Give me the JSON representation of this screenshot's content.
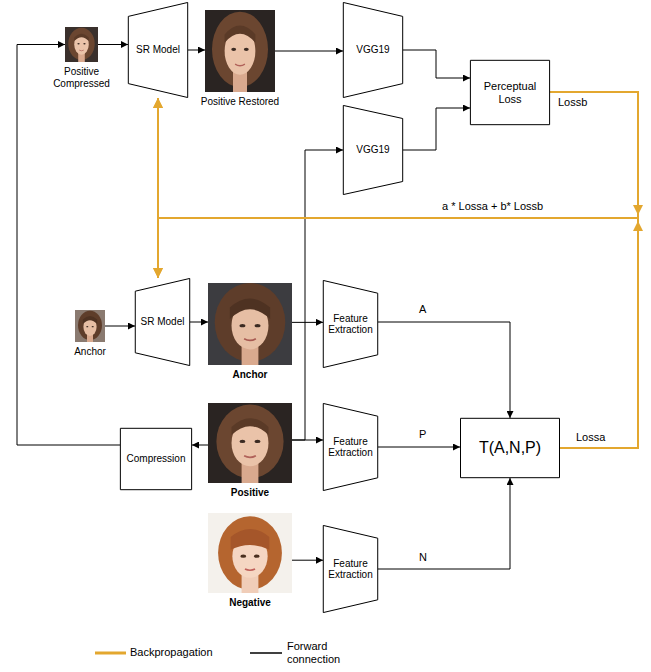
{
  "diagram": {
    "nodes": [
      {
        "text": [
          "Positive Compressed"
        ]
      },
      {
        "text": [
          "SR Model"
        ]
      },
      {
        "text": [
          "Positive Restored"
        ]
      },
      {
        "text": [
          "VGG19"
        ]
      },
      {
        "text": [
          "Perceptual Loss"
        ]
      },
      {
        "text": [
          "VGG19"
        ]
      },
      {
        "text": [
          "Anchor"
        ]
      },
      {
        "text": [
          "SR Model"
        ]
      },
      {
        "text": [
          "Anchor"
        ]
      },
      {
        "text": [
          "Feature Extraction"
        ]
      },
      {
        "text": [
          "Compression"
        ]
      },
      {
        "text": [
          "Positive"
        ]
      },
      {
        "text": [
          "Feature Extraction"
        ]
      },
      {
        "text": [
          "T(A,N,P)"
        ]
      },
      {
        "text": [
          "Negative"
        ]
      },
      {
        "text": [
          "Feature Extraction"
        ]
      }
    ],
    "edges": [
      {
        "from": 0,
        "to": 1,
        "arrow": "to"
      },
      {
        "from": 1,
        "to": 2,
        "arrow": "to"
      },
      {
        "from": 2,
        "to": 3,
        "arrow": "to"
      },
      {
        "from": 3,
        "to": 4,
        "arrow": "to"
      },
      {
        "from": 5,
        "to": 4,
        "arrow": "to"
      },
      {
        "from": 11,
        "to": 5,
        "arrow": "to"
      },
      {
        "from": 6,
        "to": 7,
        "arrow": "to"
      },
      {
        "from": 7,
        "to": 8,
        "arrow": "to"
      },
      {
        "from": 8,
        "to": 9,
        "arrow": "to"
      },
      {
        "from": 9,
        "to": 13,
        "label": "A",
        "arrow": "to"
      },
      {
        "from": 11,
        "to": 10,
        "arrow": "to"
      },
      {
        "from": 10,
        "to": 0,
        "arrow": "to"
      },
      {
        "from": 11,
        "to": 12,
        "arrow": "to"
      },
      {
        "from": 12,
        "to": 13,
        "label": "P",
        "arrow": "to"
      },
      {
        "from": 14,
        "to": 15,
        "arrow": "to"
      },
      {
        "from": 15,
        "to": 13,
        "label": "N",
        "arrow": "to"
      },
      {
        "from": 4,
        "to": 1,
        "label": "Lossb",
        "arrow": "to"
      },
      {
        "from": 4,
        "to": 7,
        "arrow": "to"
      },
      {
        "from": 13,
        "to": 1,
        "label": "Lossa",
        "arrow": "to"
      },
      {
        "from": 13,
        "to": 7,
        "arrow": "to"
      }
    ],
    "labels": [
      "a * Lossa + b* Lossb"
    ],
    "legend": [
      {
        "text": "Backpropagation"
      },
      {
        "text": "Forward connection"
      }
    ]
  }
}
